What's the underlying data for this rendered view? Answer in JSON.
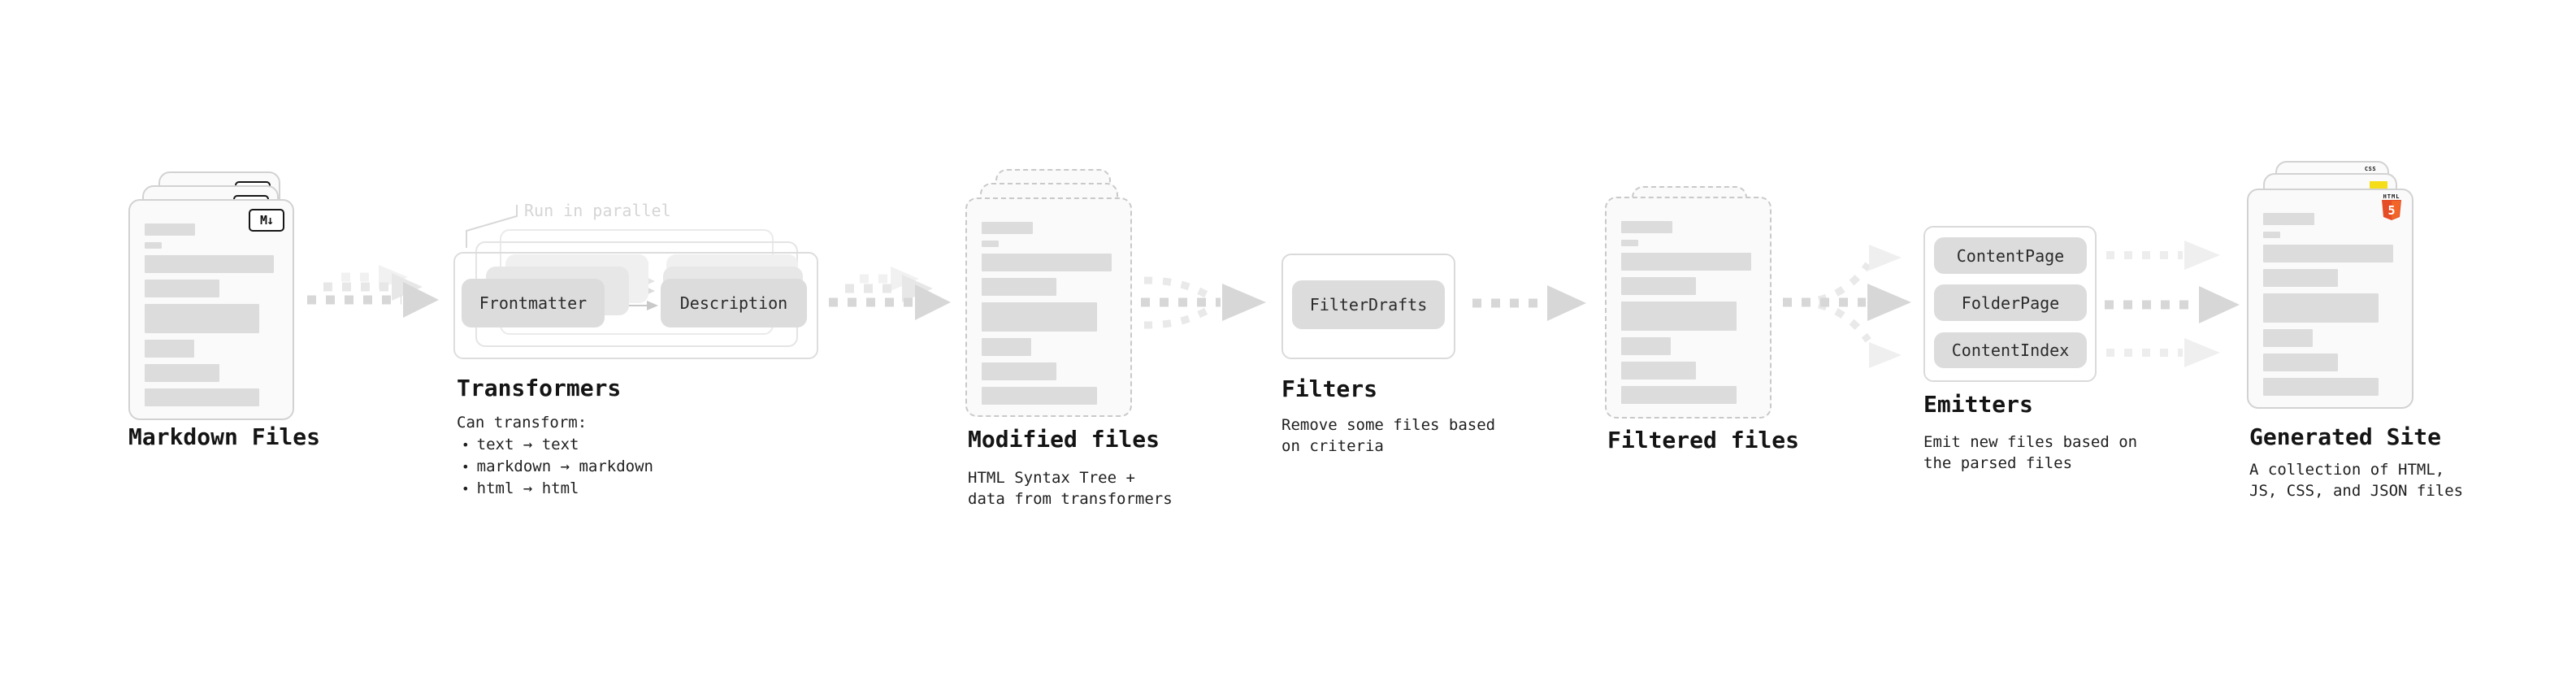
{
  "diagram": {
    "stages": [
      {
        "id": "markdown-files",
        "label": "Markdown Files"
      },
      {
        "id": "transformers",
        "label": "Transformers",
        "annotation": "Run in parallel",
        "pills": [
          "Frontmatter",
          "Description"
        ],
        "desc_title": "Can transform:",
        "bullet_char": "•",
        "bullets": [
          "text → text",
          "markdown → markdown",
          "html → html"
        ]
      },
      {
        "id": "modified-files",
        "label": "Modified files",
        "desc": "HTML Syntax Tree +\ndata from transformers"
      },
      {
        "id": "filters",
        "label": "Filters",
        "pills": [
          "FilterDrafts"
        ],
        "desc": "Remove some files based\non criteria"
      },
      {
        "id": "filtered-files",
        "label": "Filtered files"
      },
      {
        "id": "emitters",
        "label": "Emitters",
        "pills": [
          "ContentPage",
          "FolderPage",
          "ContentIndex"
        ],
        "desc": "Emit new files based on\nthe parsed files"
      },
      {
        "id": "generated-site",
        "label": "Generated Site",
        "desc": "A collection of HTML,\nJS, CSS, and JSON files"
      }
    ],
    "icons": {
      "markdown_badge": "M↓",
      "html5_word": "HTML",
      "html5_number": "5",
      "css_word": "CSS"
    },
    "colors": {
      "html5_orange": "#e44d26",
      "js_yellow": "#f5de19",
      "css_blue": "#2962f1",
      "arrow_gray": "#d7d7d7",
      "placeholder_gray": "#dcdcdc"
    }
  }
}
